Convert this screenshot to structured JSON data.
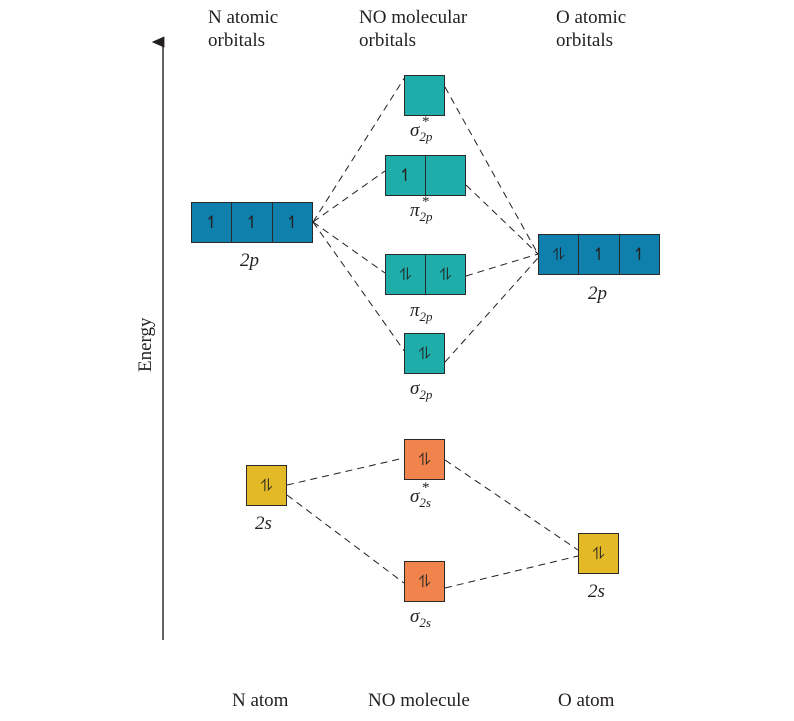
{
  "headers": {
    "n_atomic": [
      "N atomic",
      "orbitals"
    ],
    "no_molecular": [
      "NO molecular",
      "orbitals"
    ],
    "o_atomic": [
      "O atomic",
      "orbitals"
    ]
  },
  "axis": {
    "label": "Energy"
  },
  "footers": {
    "n": "N atom",
    "no": "NO molecule",
    "o": "O atom"
  },
  "colors": {
    "p_atomic": "#0f7fac",
    "p_molecular": "#1fadaa",
    "s_atomic": "#e3b928",
    "s_molecular": "#f0844c"
  },
  "orbitals": [
    {
      "id": "n-2p",
      "label": "2p",
      "group": "N",
      "electrons": [
        "up",
        "up",
        "up"
      ],
      "color": "p_atomic"
    },
    {
      "id": "n-2s",
      "label": "2s",
      "group": "N",
      "electrons": [
        "pair"
      ],
      "color": "s_atomic"
    },
    {
      "id": "sigma2p-star",
      "symbol": "σ",
      "sub": "2p",
      "star": true,
      "group": "NO",
      "electrons": [
        "empty"
      ],
      "color": "p_molecular"
    },
    {
      "id": "pi2p-star",
      "symbol": "π",
      "sub": "2p",
      "star": true,
      "group": "NO",
      "electrons": [
        "up",
        "empty"
      ],
      "color": "p_molecular"
    },
    {
      "id": "pi2p",
      "symbol": "π",
      "sub": "2p",
      "star": false,
      "group": "NO",
      "electrons": [
        "pair",
        "pair"
      ],
      "color": "p_molecular"
    },
    {
      "id": "sigma2p",
      "symbol": "σ",
      "sub": "2p",
      "star": false,
      "group": "NO",
      "electrons": [
        "pair"
      ],
      "color": "p_molecular"
    },
    {
      "id": "sigma2s-star",
      "symbol": "σ",
      "sub": "2s",
      "star": true,
      "group": "NO",
      "electrons": [
        "pair"
      ],
      "color": "s_molecular"
    },
    {
      "id": "sigma2s",
      "symbol": "σ",
      "sub": "2s",
      "star": false,
      "group": "NO",
      "electrons": [
        "pair"
      ],
      "color": "s_molecular"
    },
    {
      "id": "o-2p",
      "label": "2p",
      "group": "O",
      "electrons": [
        "pair",
        "up",
        "up"
      ],
      "color": "p_atomic"
    },
    {
      "id": "o-2s",
      "label": "2s",
      "group": "O",
      "electrons": [
        "pair"
      ],
      "color": "s_atomic"
    }
  ],
  "glyphs": {
    "up": "↿",
    "pair": "⥮",
    "empty": ""
  }
}
